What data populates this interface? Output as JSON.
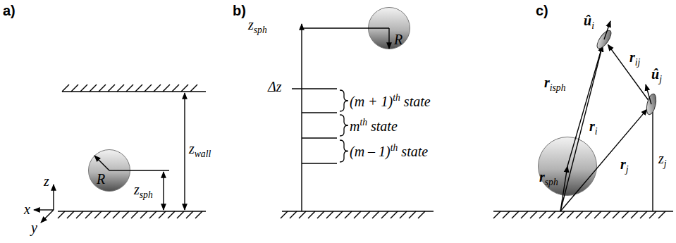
{
  "diagram": {
    "nodes": [
      {
        "text": [
          "R"
        ]
      },
      {
        "text": [
          "R"
        ]
      },
      {
        "text": [
          "rsph"
        ]
      }
    ],
    "labels": [
      "a)",
      "z",
      "x",
      "y",
      "zsph",
      "zwall",
      "b)",
      "zsph",
      "Δz",
      "(m + 1)th state",
      "mth state",
      "(m – 1)th state",
      "c)",
      "ûi",
      "ûj",
      "risph",
      "rij",
      "ri",
      "rj",
      "zj"
    ]
  }
}
